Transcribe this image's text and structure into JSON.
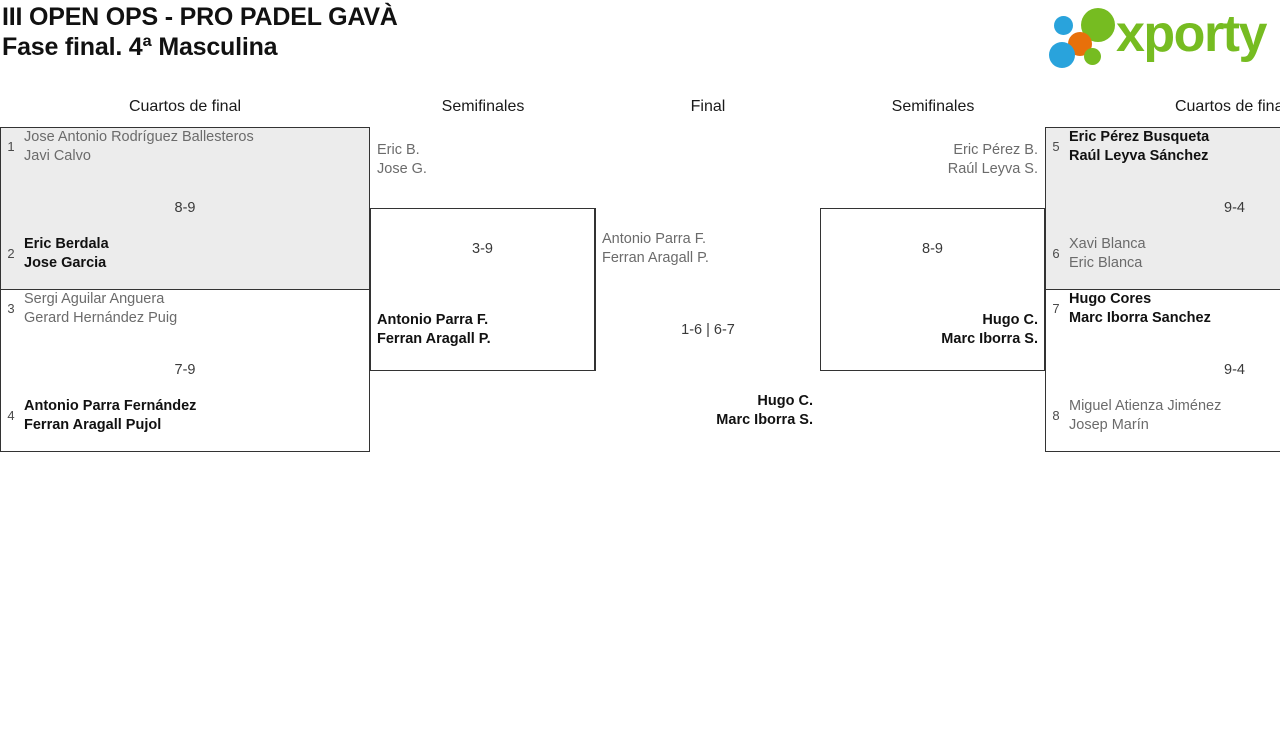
{
  "header": {
    "title_line1": "III OPEN OPS - PRO PADEL GAVÀ",
    "title_line2": "Fase final. 4ª Masculina",
    "logo_text": "xporty",
    "logo_colors": {
      "green": "#76bc21",
      "blue": "#29a3dc",
      "orange": "#e8700a"
    }
  },
  "rounds": [
    {
      "id": "qf-left",
      "label": "Cuartos de final"
    },
    {
      "id": "sf-left",
      "label": "Semifinales"
    },
    {
      "id": "final",
      "label": "Final"
    },
    {
      "id": "sf-right",
      "label": "Semifinales"
    },
    {
      "id": "qf-right",
      "label": "Cuartos de final"
    }
  ],
  "matches": {
    "qf1": {
      "score": "8-9",
      "top": {
        "seed": "1",
        "player1": "Jose Antonio Rodríguez Ballesteros",
        "player2": "Javi Calvo",
        "result": "loser"
      },
      "bottom": {
        "seed": "2",
        "player1": "Eric Berdala",
        "player2": "Jose Garcia",
        "result": "winner"
      }
    },
    "qf2": {
      "score": "7-9",
      "top": {
        "seed": "3",
        "player1": "Sergi Aguilar Anguera",
        "player2": "Gerard Hernández Puig",
        "result": "loser"
      },
      "bottom": {
        "seed": "4",
        "player1": "Antonio Parra Fernández",
        "player2": "Ferran Aragall Pujol",
        "result": "winner"
      }
    },
    "sf_left": {
      "score": "3-9",
      "top": {
        "player1": "Eric B.",
        "player2": "Jose G.",
        "result": "loser"
      },
      "bottom": {
        "player1": "Antonio Parra F.",
        "player2": "Ferran Aragall P.",
        "result": "winner"
      }
    },
    "final": {
      "score": "1-6 | 6-7",
      "top": {
        "player1": "Antonio Parra F.",
        "player2": "Ferran Aragall P.",
        "result": "loser"
      },
      "bottom": {
        "player1": "Hugo C.",
        "player2": "Marc Iborra S.",
        "result": "winner"
      }
    },
    "sf_right": {
      "score": "8-9",
      "top": {
        "player1": "Eric Pérez B.",
        "player2": "Raúl Leyva S.",
        "result": "loser"
      },
      "bottom": {
        "player1": "Hugo C.",
        "player2": "Marc Iborra S.",
        "result": "winner"
      }
    },
    "qf3": {
      "score": "9-4",
      "top": {
        "seed": "5",
        "player1": "Eric Pérez Busqueta",
        "player2": "Raúl Leyva Sánchez",
        "result": "winner"
      },
      "bottom": {
        "seed": "6",
        "player1": "Xavi Blanca",
        "player2": "Eric Blanca",
        "result": "loser"
      }
    },
    "qf4": {
      "score": "9-4",
      "top": {
        "seed": "7",
        "player1": "Hugo Cores",
        "player2": "Marc Iborra Sanchez",
        "result": "winner"
      },
      "bottom": {
        "seed": "8",
        "player1": "Miguel Atienza Jiménez",
        "player2": "Josep Marín",
        "result": "loser"
      }
    }
  }
}
